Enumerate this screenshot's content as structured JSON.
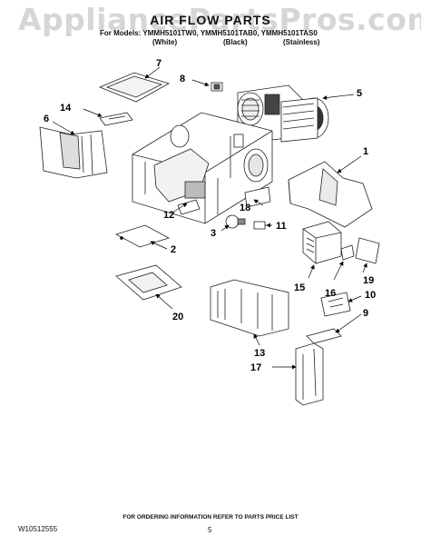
{
  "watermark": "AppliancePartsPros.com",
  "title": "AIR FLOW PARTS",
  "models_line": "For Models: YMMH5101TW0, YMMH5101TAB0, YMMH5101TAS0",
  "variants": [
    "(White)",
    "(Black)",
    "(Stainless)"
  ],
  "callouts": [
    "1",
    "2",
    "3",
    "5",
    "6",
    "7",
    "8",
    "10",
    "11",
    "12",
    "13",
    "14",
    "15",
    "16",
    "17",
    "18",
    "19",
    "20",
    "9"
  ],
  "footer_note": "FOR ORDERING INFORMATION REFER TO PARTS PRICE LIST",
  "doc_id": "W10512555",
  "page_number": "5"
}
